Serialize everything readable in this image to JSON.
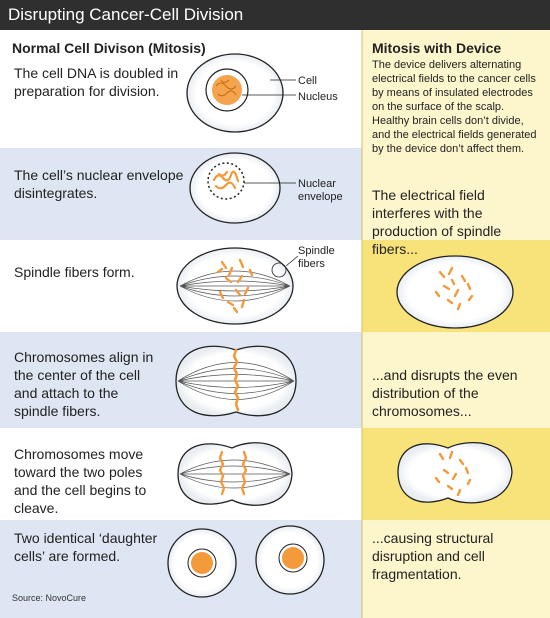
{
  "title": "Disrupting Cancer-Cell Division",
  "left_header": "Normal Cell Divison (Mitosis)",
  "right_header": "Mitosis with Device",
  "right_intro": "The device delivers alternating electrical fields to the cancer cells by means of insulated electrodes on the surface of the scalp. Healthy brain cells don’t divide, and the electrical fields generated by the device don’t affect them.",
  "steps": [
    {
      "text": "The cell DNA is doubled in preparation for division."
    },
    {
      "text": "The cell’s nuclear envelope disintegrates."
    },
    {
      "text": "Spindle fibers form."
    },
    {
      "text": "Chromosomes align in the center of the cell and attach to the spindle fibers."
    },
    {
      "text": "Chromosomes move toward the two poles and the cell begins to cleave."
    },
    {
      "text": "Two identical ‘daughter cells’ are formed."
    }
  ],
  "device_steps": [
    {
      "text": "The electrical field interferes with the production of spindle fibers..."
    },
    {
      "text": "...and disrupts the even distribution of the chromosomes..."
    },
    {
      "text": "...causing structural disruption and cell fragmentation."
    }
  ],
  "labels": {
    "cell": "Cell",
    "nucleus": "Nucleus",
    "nuclear_envelope": "Nuclear envelope",
    "spindle_fibers": "Spindle fibers"
  },
  "source": "Source: NovoCure",
  "colors": {
    "title_bg": "#2f2f2f",
    "blue_band": "#dde6f2",
    "yellow_light": "#fdf6cc",
    "yellow_dark": "#f8e37a",
    "chromosome": "#f39a3a"
  }
}
